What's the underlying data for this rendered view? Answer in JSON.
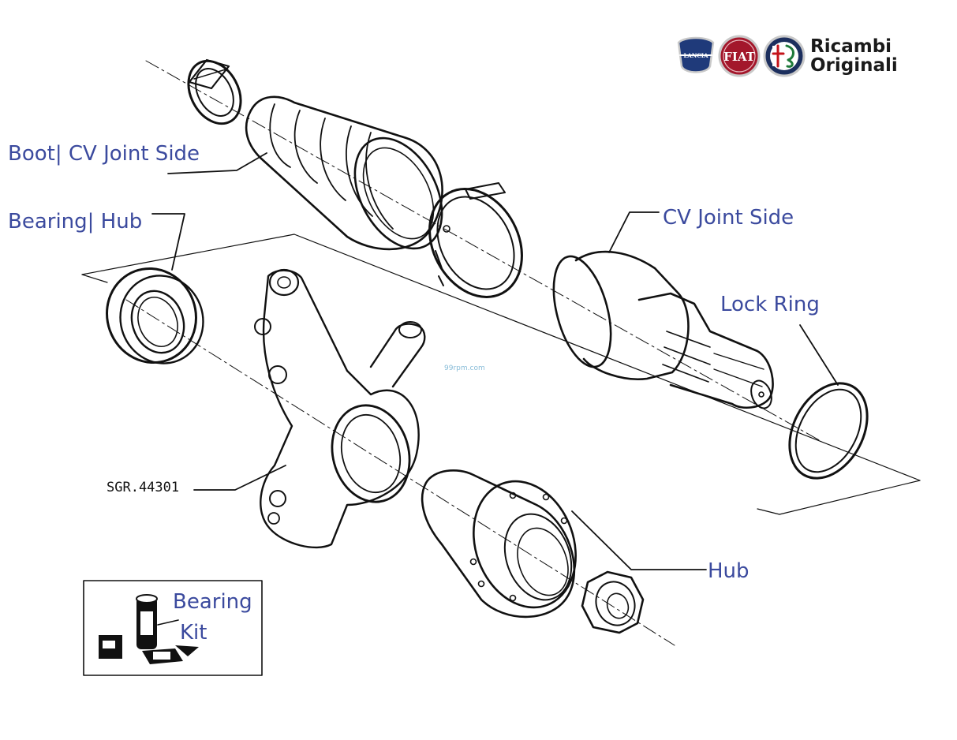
{
  "colors": {
    "label": "#3b4a9e",
    "ink": "#111111",
    "watermark": "#88bcd8",
    "lancia": "#1f3a7a",
    "fiat": "#a3172b",
    "alfa_romeo": "#1c2f5e"
  },
  "labels": {
    "boot": "Boot| CV Joint Side",
    "bearing_hub": "Bearing| Hub",
    "cv_joint": "CV Joint Side",
    "lock_ring": "Lock Ring",
    "hub": "Hub",
    "bearing_kit_line1": "Bearing",
    "bearing_kit_line2": "Kit"
  },
  "part_number": "SGR.44301",
  "watermark": "99rpm.com",
  "logo": {
    "line1": "Ricambi",
    "line2": "Originali",
    "badges": [
      "lancia-badge-icon",
      "fiat-badge-icon",
      "alfa-romeo-badge-icon"
    ],
    "fiat_text": "FIAT",
    "lancia_text": "LANCIA"
  },
  "icons": [
    "cv-boot-icon",
    "boot-clamp-icon",
    "wheel-bearing-icon",
    "steering-knuckle-icon",
    "cv-joint-icon",
    "lock-ring-icon",
    "wheel-hub-icon",
    "hub-nut-icon",
    "bearing-kit-icon"
  ]
}
